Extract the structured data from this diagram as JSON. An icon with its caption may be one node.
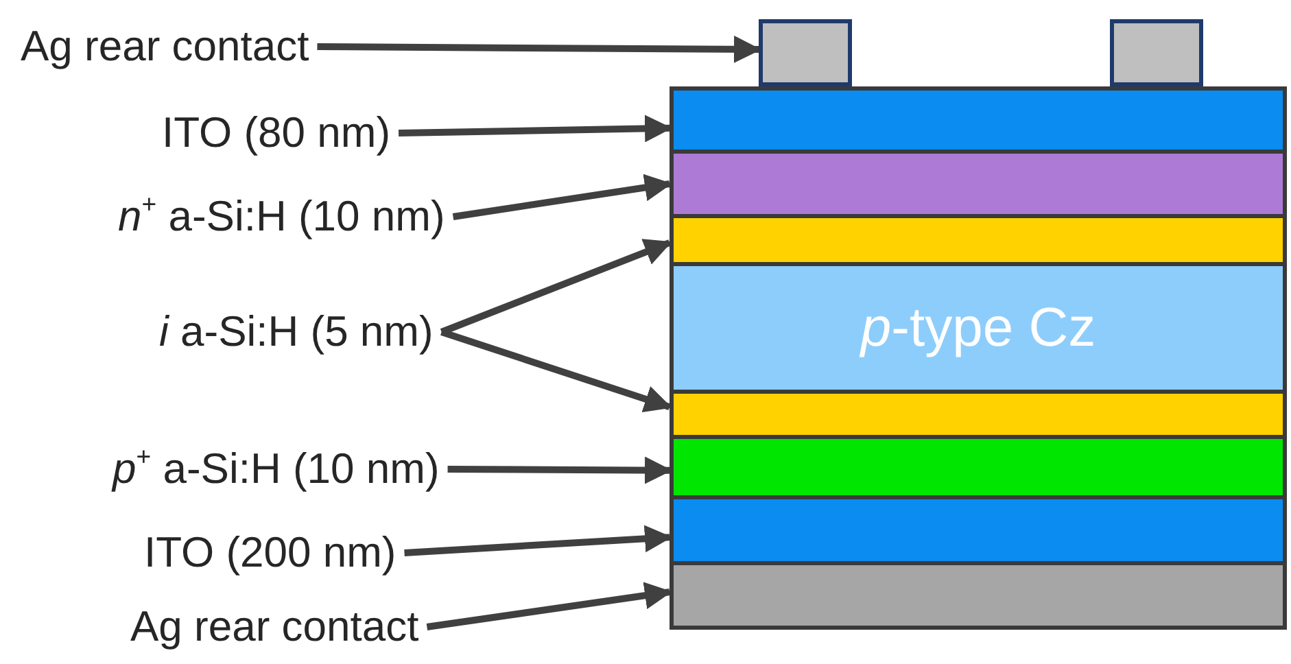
{
  "diagram": {
    "nodes": [
      {
        "text": [
          "Ag rear contact"
        ]
      },
      {
        "text": [],
        "shape": "box"
      },
      {
        "text": [],
        "shape": "box"
      },
      {
        "text": [
          "ITO (80 nm)"
        ]
      },
      {
        "text": [],
        "shape": "box"
      },
      {
        "text": [
          "*n*$^{+}$ a-Si:H (10 nm)"
        ]
      },
      {
        "text": [],
        "shape": "box"
      },
      {
        "text": [],
        "shape": "box"
      },
      {
        "text": [
          "*i* a-Si:H (5 nm)"
        ]
      },
      {
        "text": [
          "*p*-type Cz"
        ]
      },
      {
        "text": [],
        "shape": "box"
      },
      {
        "text": [
          "*p*$^{+}$ a-Si:H (10 nm)"
        ]
      },
      {
        "text": [],
        "shape": "box"
      },
      {
        "text": [
          "ITO (200 nm)"
        ]
      },
      {
        "text": [],
        "shape": "box"
      },
      {
        "text": [
          "Ag rear contact"
        ]
      },
      {
        "text": [],
        "shape": "box"
      }
    ],
    "edges": [
      {
        "from": 0,
        "to": 1,
        "arrow": "to"
      },
      {
        "from": 3,
        "to": 4,
        "arrow": "to"
      },
      {
        "from": 5,
        "to": 6,
        "arrow": "to"
      },
      {
        "from": 8,
        "to": 7,
        "arrow": "to"
      },
      {
        "from": 8,
        "to": 10,
        "arrow": "to"
      },
      {
        "from": 11,
        "to": 12,
        "arrow": "to"
      },
      {
        "from": 13,
        "to": 14,
        "arrow": "to"
      },
      {
        "from": 15,
        "to": 16,
        "arrow": "to"
      }
    ]
  }
}
